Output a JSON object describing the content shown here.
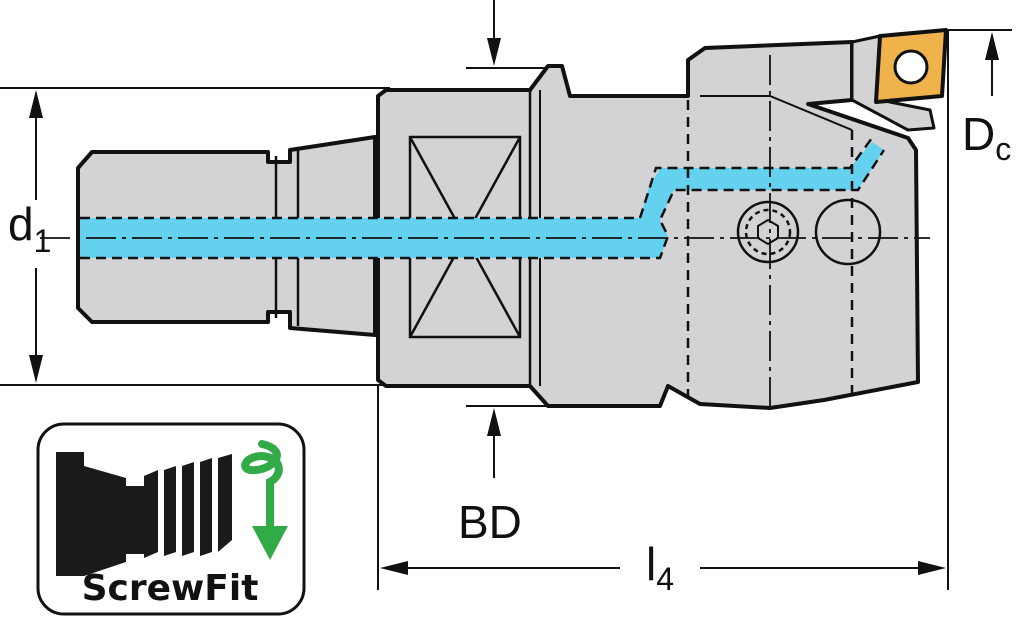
{
  "dimensions": {
    "d1": {
      "main": "d",
      "sub": "1"
    },
    "Dc": {
      "main": "D",
      "sub": "c"
    },
    "BD": {
      "main": "BD"
    },
    "l4": {
      "main": "l",
      "sub": "4"
    }
  },
  "badge": {
    "label": "ScrewFit",
    "icon": "screwfit-connection-icon",
    "arrow_icon": "rotate-arrow-icon"
  },
  "colors": {
    "body": "#d3d3d5",
    "coolant": "#64d2ee",
    "insert": "#f0b24a",
    "arrow": "#33aa48",
    "line": "#111111"
  }
}
